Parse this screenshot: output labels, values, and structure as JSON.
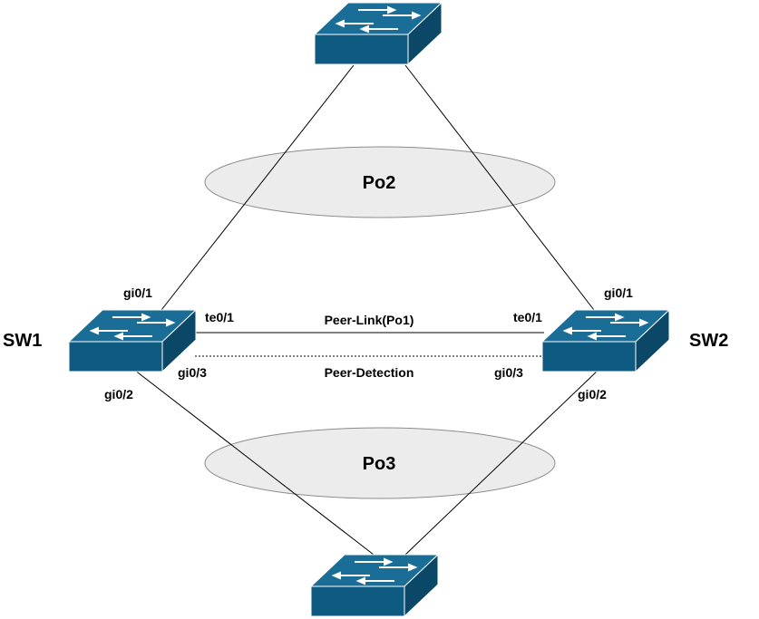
{
  "colors": {
    "switch_front": "#0f5a80",
    "switch_top": "#1a6d96",
    "switch_side": "#0b4868",
    "switch_edge": "#ffffff",
    "ellipse_fill": "#ececec",
    "ellipse_stroke": "#8c8c8c",
    "line": "#000000"
  },
  "devices": {
    "sw1_label": "SW1",
    "sw2_label": "SW2"
  },
  "bundles": {
    "po2": "Po2",
    "po3": "Po3"
  },
  "links": {
    "peer_link": "Peer-Link(Po1)",
    "peer_detection": "Peer-Detection"
  },
  "ports": {
    "sw1_gi01": "gi0/1",
    "sw1_te01": "te0/1",
    "sw1_gi03": "gi0/3",
    "sw1_gi02": "gi0/2",
    "sw2_gi01": "gi0/1",
    "sw2_te01": "te0/1",
    "sw2_gi03": "gi0/3",
    "sw2_gi02": "gi0/2"
  },
  "icons": {
    "switch": "network-switch-icon"
  }
}
